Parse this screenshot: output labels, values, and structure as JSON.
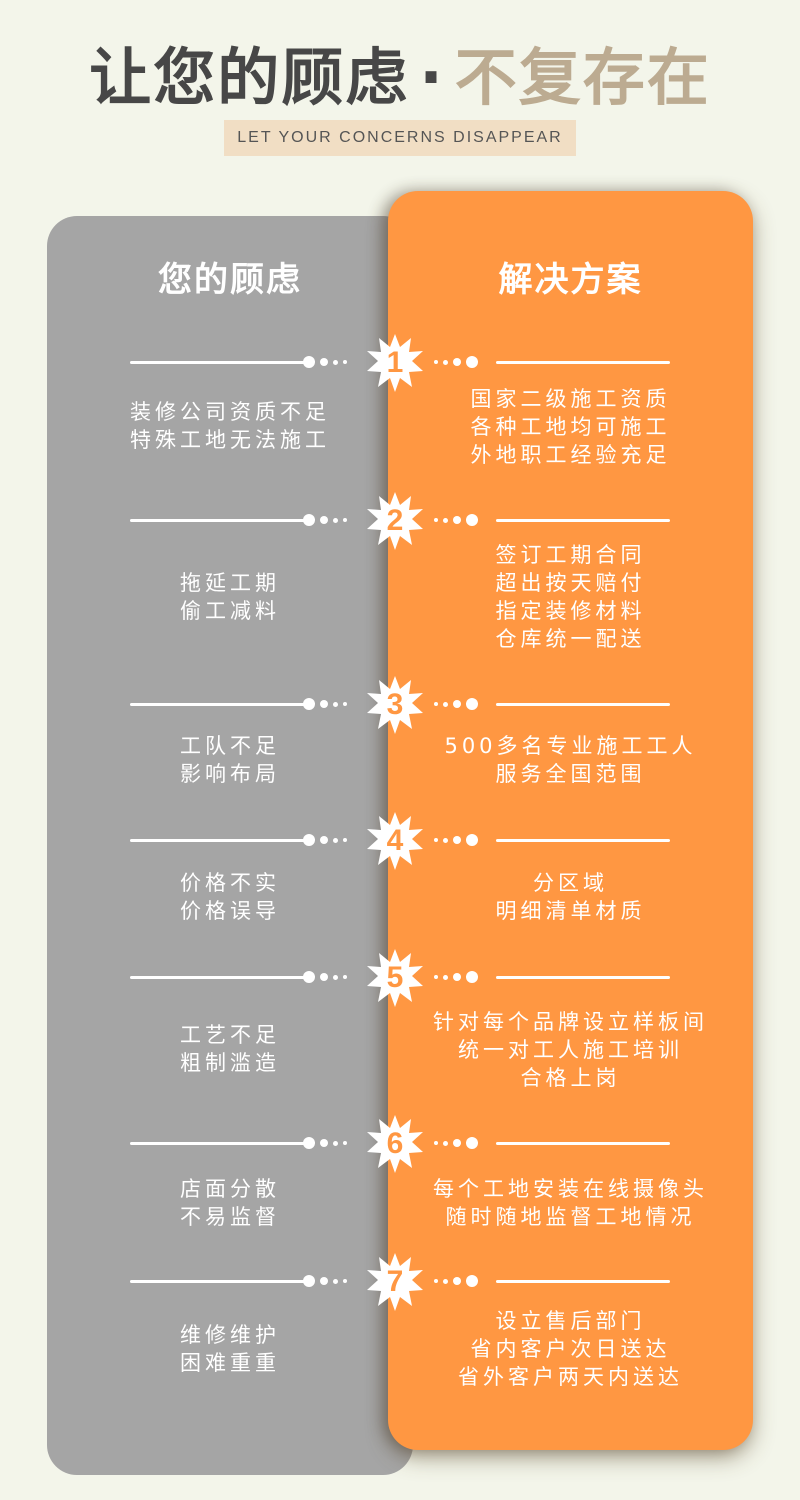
{
  "header": {
    "title_part1": "让您的顾虑",
    "title_separator": "·",
    "title_part2": "不复存在",
    "subtitle": "LET YOUR CONCERNS DISAPPEAR"
  },
  "columns": {
    "left_title": "您的顾虑",
    "right_title": "解决方案"
  },
  "colors": {
    "background": "#f3f5ea",
    "left_card": "#a5a5a5",
    "right_card": "#ff9742",
    "title_dark": "#474747",
    "title_tan": "#bcab91",
    "subtitle_bg": "#f1dec4"
  },
  "items": [
    {
      "number": "1",
      "concern": [
        "装修公司资质不足",
        "特殊工地无法施工"
      ],
      "solution": [
        "国家二级施工资质",
        "各种工地均可施工",
        "外地职工经验充足"
      ]
    },
    {
      "number": "2",
      "concern": [
        "拖延工期",
        "偷工减料"
      ],
      "solution": [
        "签订工期合同",
        "超出按天赔付",
        "指定装修材料",
        "仓库统一配送"
      ]
    },
    {
      "number": "3",
      "concern": [
        "工队不足",
        "影响布局"
      ],
      "solution": [
        "500多名专业施工工人",
        "服务全国范围"
      ]
    },
    {
      "number": "4",
      "concern": [
        "价格不实",
        "价格误导"
      ],
      "solution": [
        "分区域",
        "明细清单材质"
      ]
    },
    {
      "number": "5",
      "concern": [
        "工艺不足",
        "粗制滥造"
      ],
      "solution": [
        "针对每个品牌设立样板间",
        "统一对工人施工培训",
        "合格上岗"
      ]
    },
    {
      "number": "6",
      "concern": [
        "店面分散",
        "不易监督"
      ],
      "solution": [
        "每个工地安装在线摄像头",
        "随时随地监督工地情况"
      ]
    },
    {
      "number": "7",
      "concern": [
        "维修维护",
        "困难重重"
      ],
      "solution": [
        "设立售后部门",
        "省内客户次日送达",
        "省外客户两天内送达"
      ]
    }
  ]
}
